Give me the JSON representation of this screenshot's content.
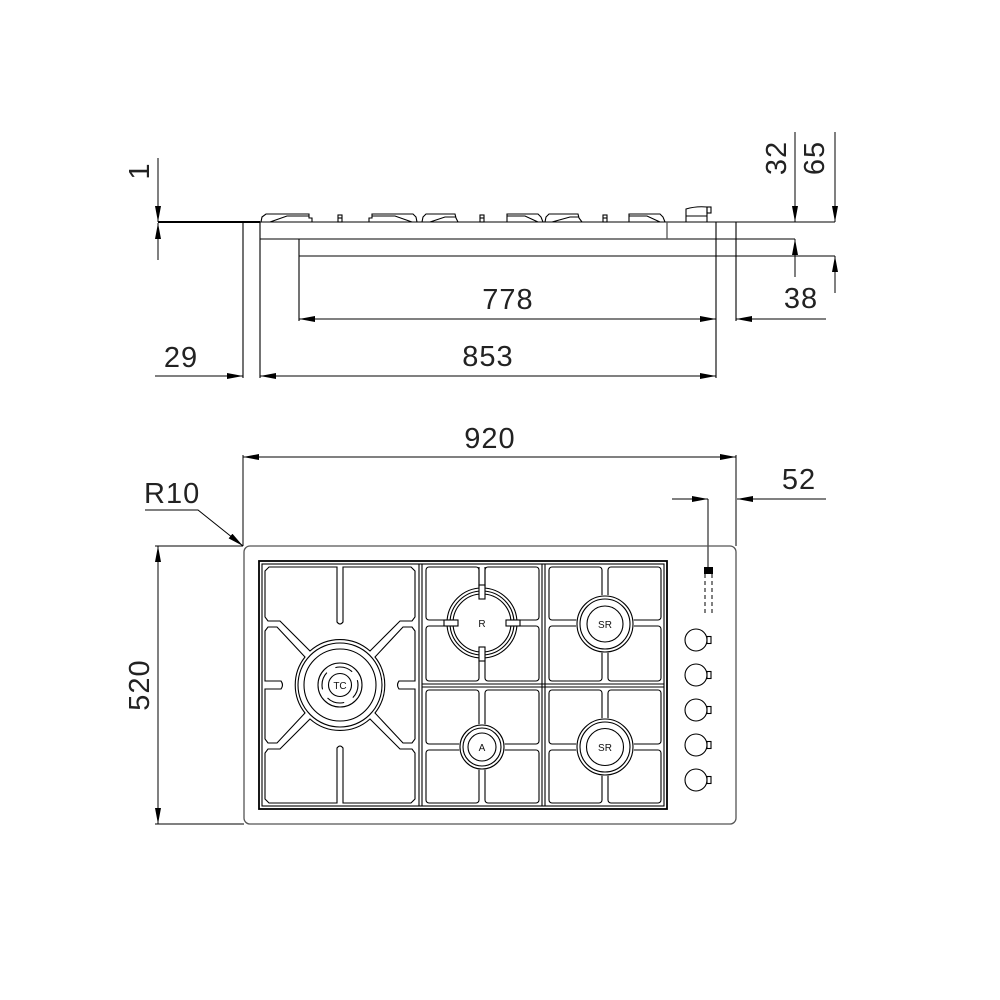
{
  "drawing": {
    "side_view": {
      "dim_top_lip": "1",
      "dim_left_offset": "29",
      "dim_body_width": "853",
      "dim_cutout_width": "778",
      "dim_right_offset": "38",
      "dim_plate_height": "32",
      "dim_total_height": "65"
    },
    "top_view": {
      "dim_width": "920",
      "dim_depth": "520",
      "dim_corner_radius": "R10",
      "dim_control_offset": "52",
      "burners": [
        {
          "label": "TC"
        },
        {
          "label": "R"
        },
        {
          "label": "SR"
        },
        {
          "label": "A"
        },
        {
          "label": "SR"
        }
      ],
      "knob_count": 5
    },
    "colors": {
      "line": "#000000",
      "secondary_line": "#555555",
      "background": "#ffffff"
    }
  }
}
